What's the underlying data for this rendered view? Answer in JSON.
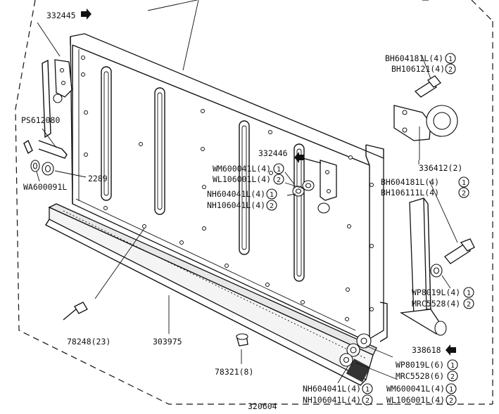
{
  "labels": {
    "p332445": "332445",
    "p332446": "332446",
    "ps612080": "PS612080",
    "p2289": "2289",
    "wa600091l": "WA600091L",
    "bh604181l_a": "BH604181L(4)",
    "bh106121": "BH106121(4)",
    "p336412": "336412(2)",
    "bh604181l_b": "BH604181L(4)",
    "bh106111l": "BH106111L(4)",
    "wm600041l_a": "WM600041L(4)",
    "wl106001l_a": "WL106001L(4)",
    "nh604041l_a": "NH604041L(4)",
    "nh106041l_a": "NH106041L(4)",
    "wp8019l_a": "WP8019L(4)",
    "mrc5528_a": "MRC5528(4)",
    "p338618": "338618",
    "wp8019l_b": "WP8019L(6)",
    "mrc5528_b": "MRC5528(6)",
    "wm600041l_b": "WM600041L(4)",
    "wl106001l_b": "WL106001L(4)",
    "nh604041l_b": "NH604041L(4)",
    "nh106041l_b": "NH106041L(4)",
    "p78248": "78248(23)",
    "p303975": "303975",
    "p78321": "78321(8)",
    "p320604": "320604"
  },
  "circled": {
    "one": "1",
    "two": "2"
  }
}
